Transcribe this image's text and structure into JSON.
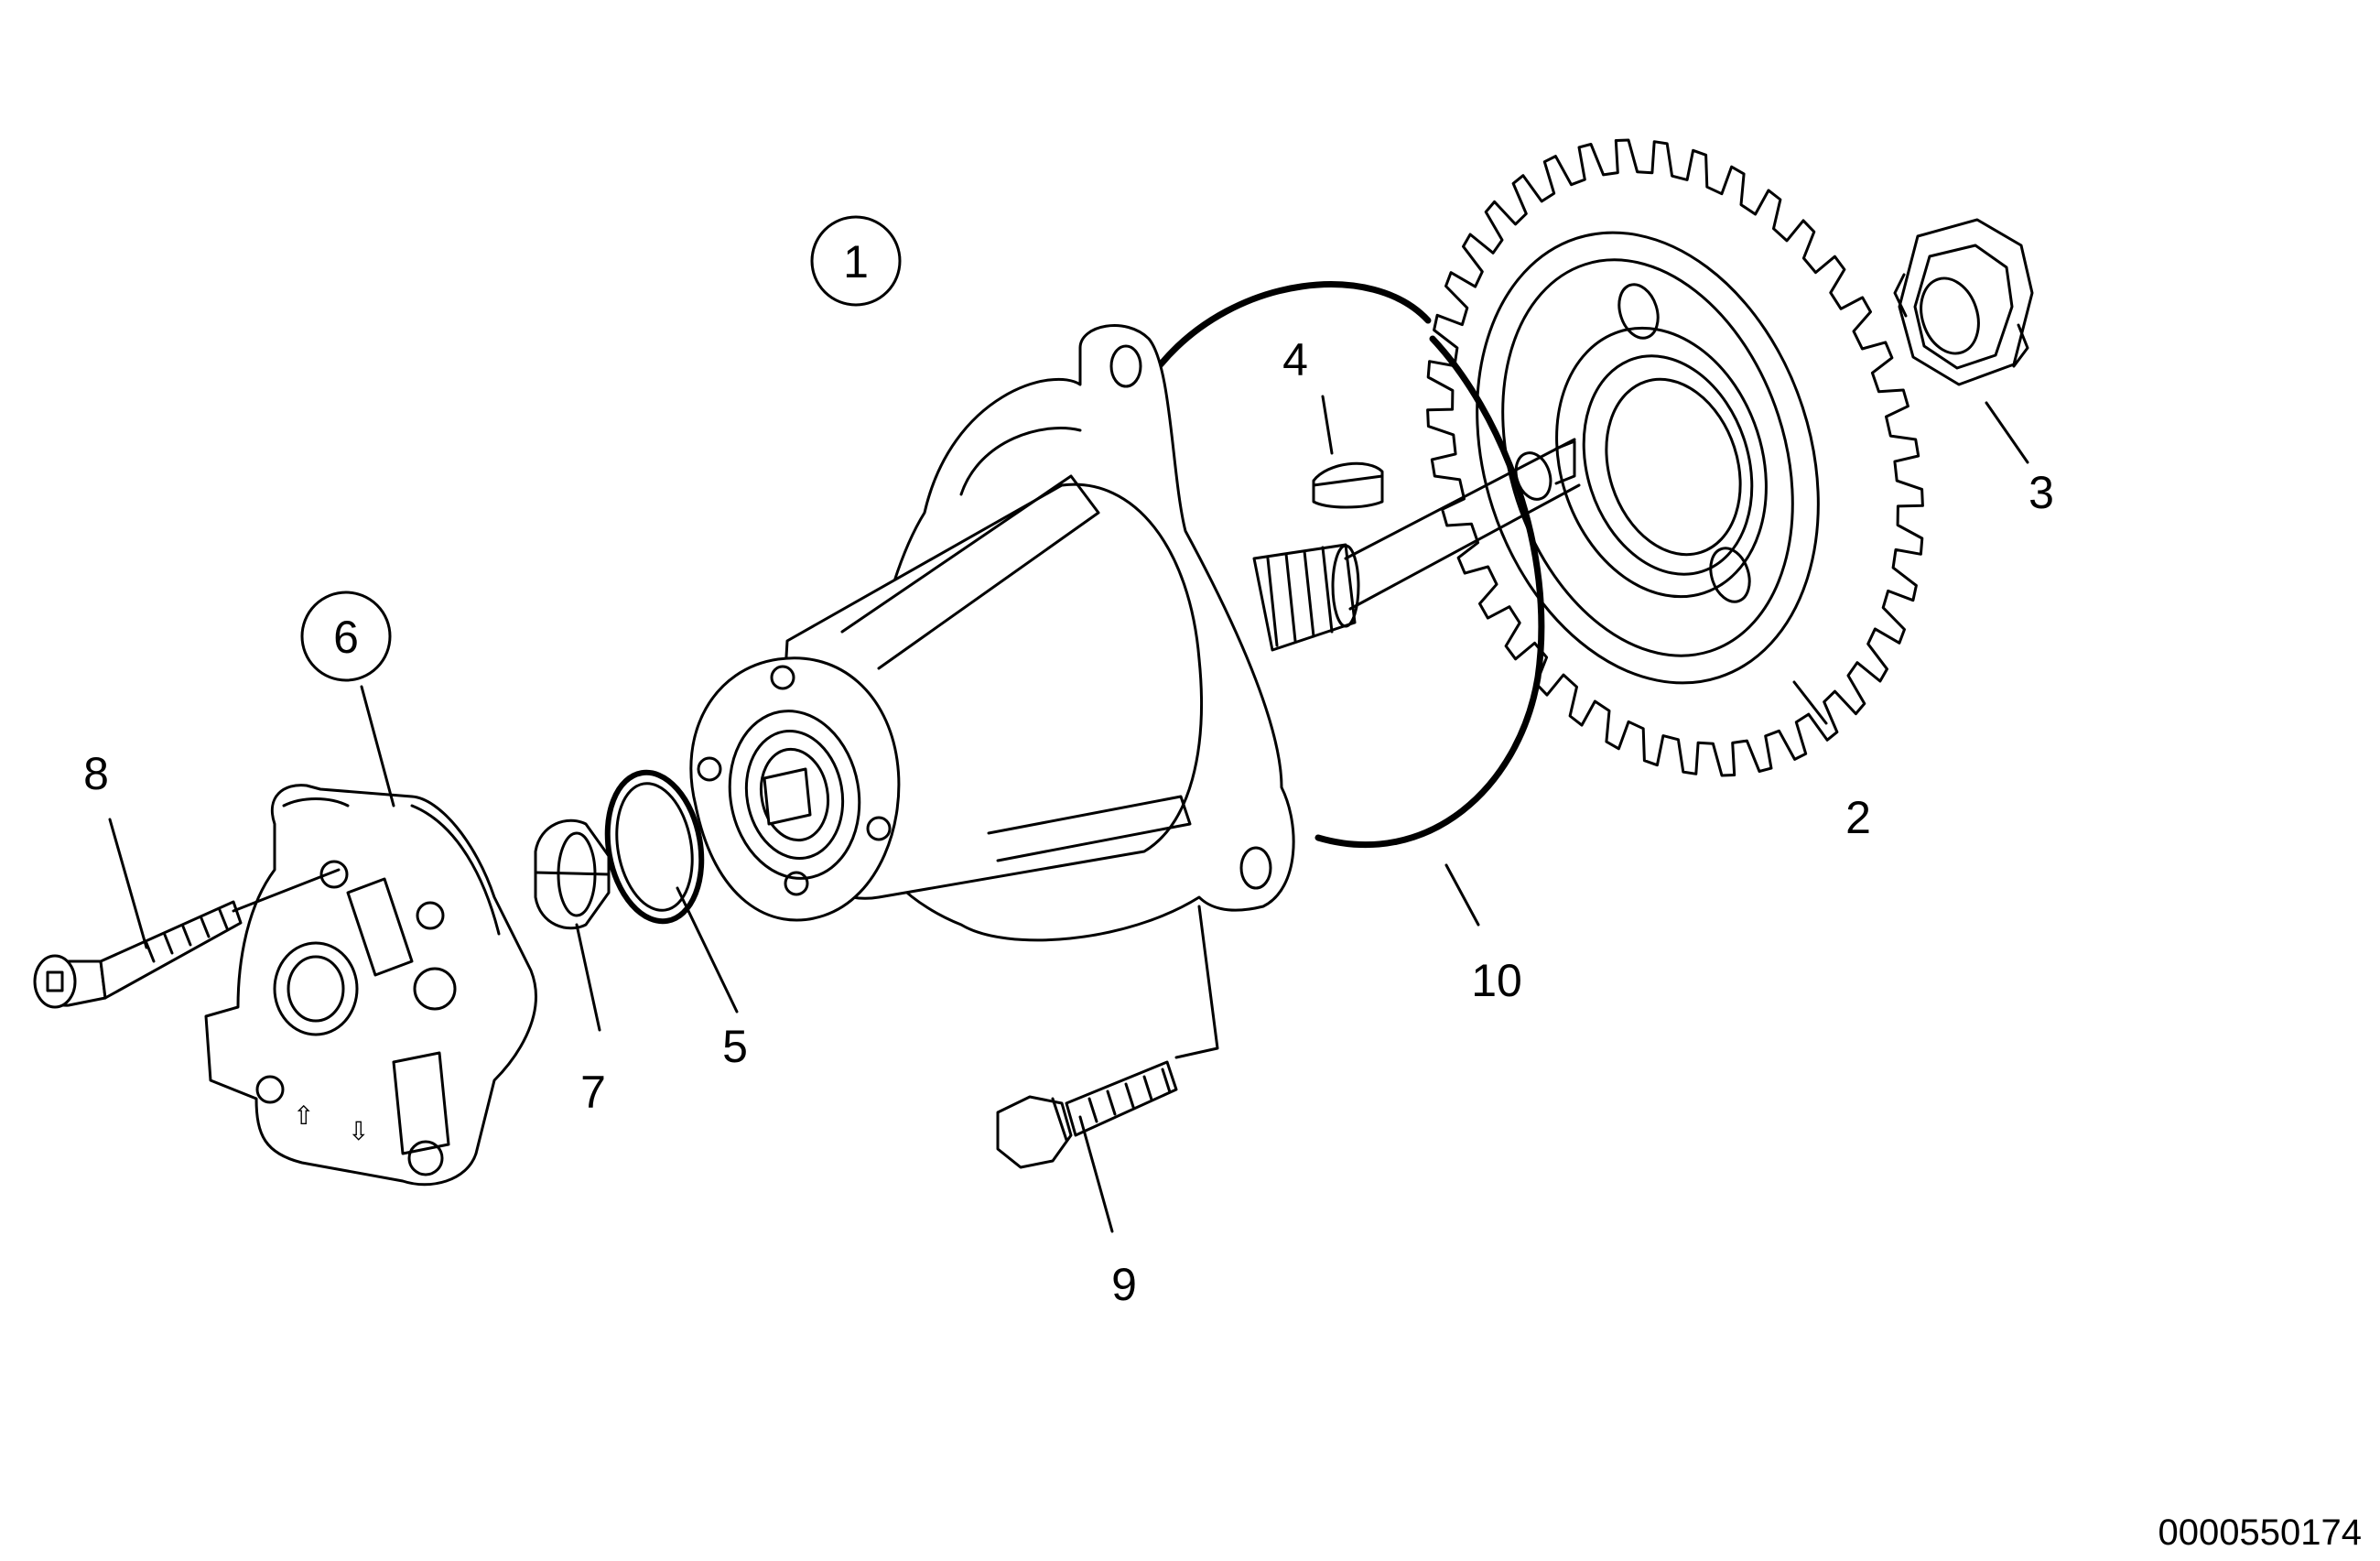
{
  "callouts": [
    {
      "id": "1",
      "label": "1",
      "circled": true
    },
    {
      "id": "2",
      "label": "2",
      "circled": false
    },
    {
      "id": "3",
      "label": "3",
      "circled": false
    },
    {
      "id": "4",
      "label": "4",
      "circled": false
    },
    {
      "id": "5",
      "label": "5",
      "circled": false
    },
    {
      "id": "6",
      "label": "6",
      "circled": true
    },
    {
      "id": "7",
      "label": "7",
      "circled": false
    },
    {
      "id": "8",
      "label": "8",
      "circled": false
    },
    {
      "id": "9",
      "label": "9",
      "circled": false
    },
    {
      "id": "10",
      "label": "10",
      "circled": false
    }
  ],
  "document_number": "0000550174"
}
